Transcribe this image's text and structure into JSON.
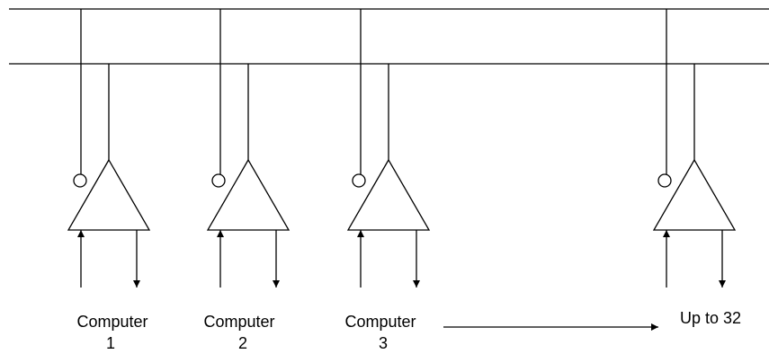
{
  "colors": {
    "stroke": "#000000",
    "background": "#ffffff"
  },
  "nodes": [
    {
      "label_line1": "Computer",
      "label_line2": "1"
    },
    {
      "label_line1": "Computer",
      "label_line2": "2"
    },
    {
      "label_line1": "Computer",
      "label_line2": "3"
    },
    {
      "label_line1": "Up to 32",
      "label_line2": ""
    }
  ]
}
